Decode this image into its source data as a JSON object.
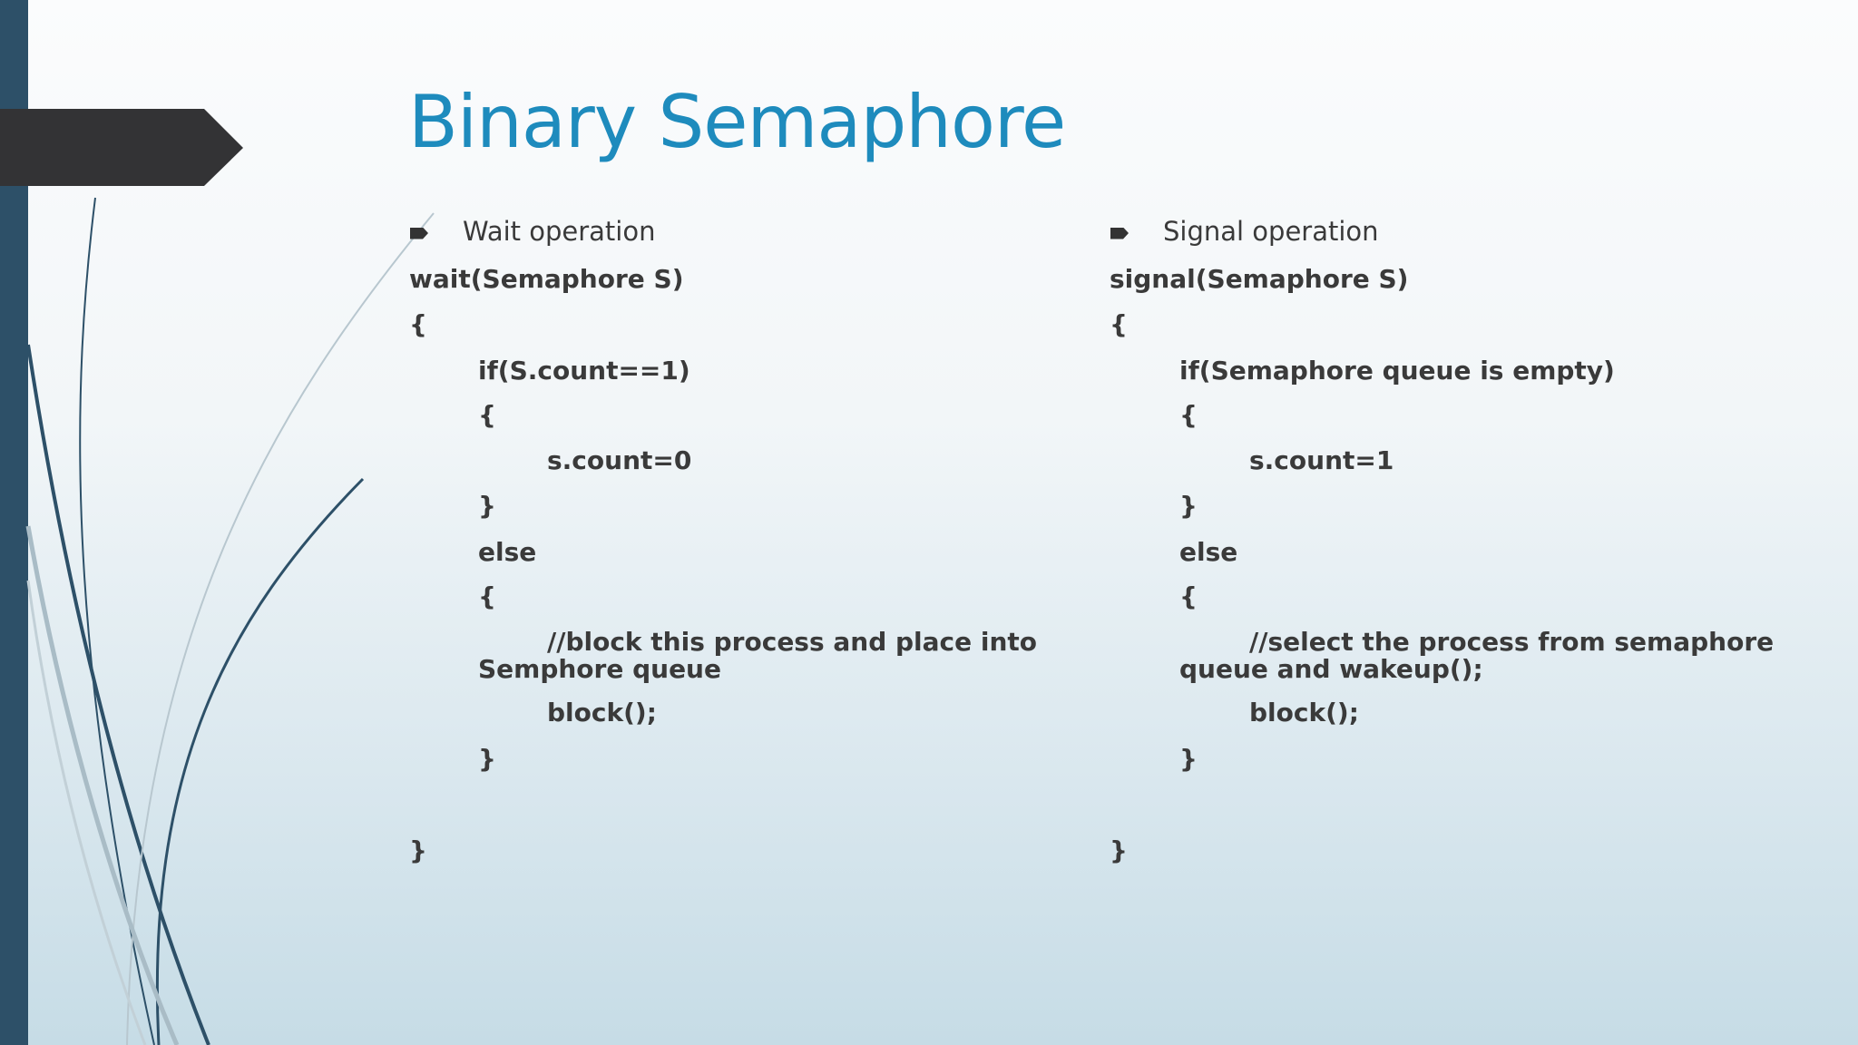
{
  "slide": {
    "title": "Binary Semaphore",
    "accent_color": "#1e8bbd",
    "bar_color": "#2d5068"
  },
  "left": {
    "bullet": "Wait operation",
    "lines": [
      "wait(Semaphore S)",
      "{",
      "if(S.count==1)",
      "{",
      "s.count=0",
      "}",
      "else",
      "{",
      "//block this process and place into",
      "Semphore queue",
      "block();",
      "}",
      "}"
    ]
  },
  "right": {
    "bullet": "Signal operation",
    "lines": [
      "signal(Semaphore S)",
      "{",
      "if(Semaphore queue is empty)",
      "{",
      "s.count=1",
      "}",
      "else",
      "{",
      "//select the process from semaphore",
      "queue and wakeup();",
      "block();",
      "}",
      "}"
    ]
  }
}
